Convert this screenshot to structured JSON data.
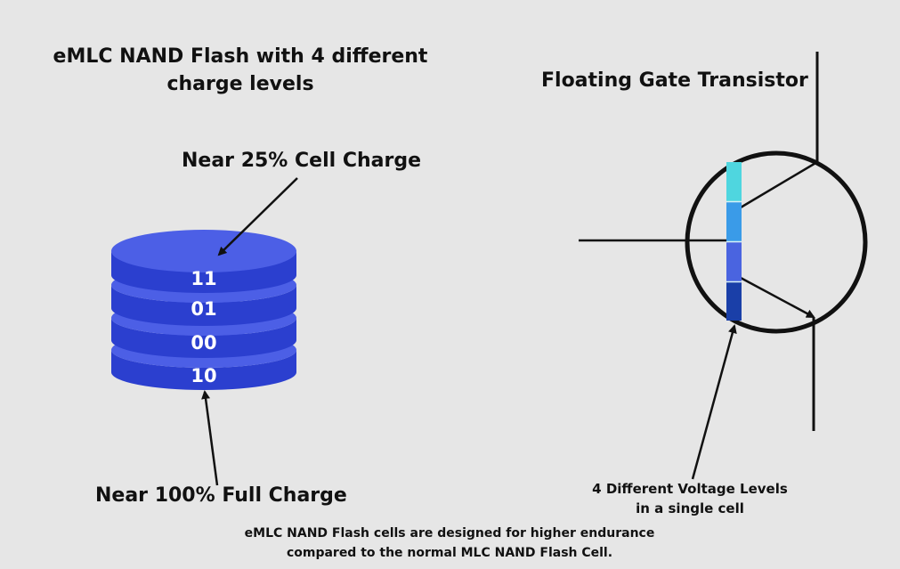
{
  "left_diagram": {
    "title": "eMLC NAND Flash with 4 different charge levels",
    "top_label": "Near 25% Cell Charge",
    "bottom_label": "Near 100% Full Charge",
    "layers": [
      {
        "code": "11"
      },
      {
        "code": "01"
      },
      {
        "code": "00"
      },
      {
        "code": "10"
      }
    ]
  },
  "right_diagram": {
    "title": "Floating Gate Transistor",
    "voltage_label_line1": "4 Different Voltage Levels",
    "voltage_label_line2": "in a single cell",
    "cell_segment_colors": [
      "#4fd6df",
      "#3a9be8",
      "#4a64e0",
      "#1a3fa8"
    ]
  },
  "footer": {
    "line1": "eMLC NAND Flash cells are designed for higher endurance",
    "line2": "compared to the normal MLC NAND Flash Cell."
  },
  "colors": {
    "background": "#e6e6e6",
    "disk_top": "#4c5fe6",
    "disk_side": "#2b3fcf",
    "text": "#111111"
  }
}
